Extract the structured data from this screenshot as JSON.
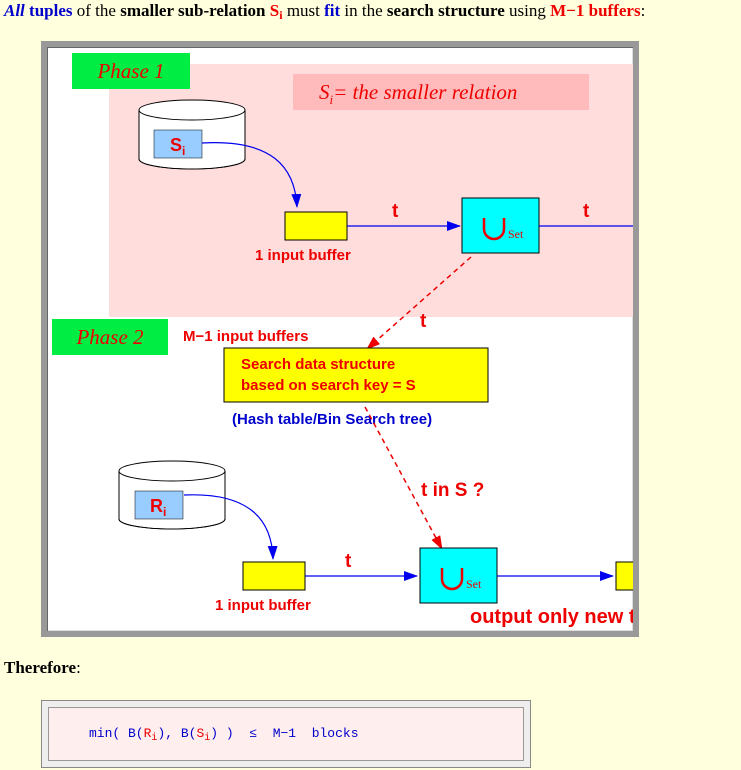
{
  "intro": {
    "all": "All",
    "tuples": "tuples",
    "of_the": "of the",
    "smaller_sub_relation": "smaller sub-relation",
    "s": "S",
    "i": "i",
    "must": "must",
    "fit": "fit",
    "in_the": "in the",
    "search_structure": "search structure",
    "using": "using",
    "m_1_buffers": "M−1 buffers",
    "colon": ":"
  },
  "diagram": {
    "phase1_label": "Phase 1",
    "phase2_label": "Phase 2",
    "si_caption_s": "S",
    "si_caption_i": "i",
    "si_caption_rest": "= the smaller relation",
    "disk1_s": "S",
    "disk1_i": "i",
    "disk2_r": "R",
    "disk2_i": "i",
    "t1": "t",
    "t2": "t",
    "t3": "t",
    "t4": "t",
    "input_buffer1": "1 input buffer",
    "input_buffer2": "1 input buffer",
    "union_label": "Set",
    "union_label2": "Set",
    "m1_input_buffers": "M−1 input buffers",
    "search_line1": "Search data structure",
    "search_line2": "based on search key = S",
    "hash_caption": "(Hash table/Bin Search tree)",
    "t_in_s": "t in S ?",
    "output_only": "output only new t",
    "colors": {
      "phase_green": "#00ee44",
      "phase_text": "#ee0000",
      "pink_region": "#ffdddd",
      "caption_bg": "#ffbbbb",
      "buffer_yellow": "#ffff00",
      "union_cyan": "#00ffff",
      "disk_blue": "#99ccff",
      "arrow_blue": "#0000ee",
      "arrow_red": "#ee0000"
    }
  },
  "therefore": "Therefore",
  "therefore_colon": ":",
  "formula": {
    "p1": "min( B(",
    "r": "R",
    "ri": "i",
    "p2": "), B(",
    "s": "S",
    "si": "i",
    "p3": ") )  ≤  M−1  blocks"
  }
}
